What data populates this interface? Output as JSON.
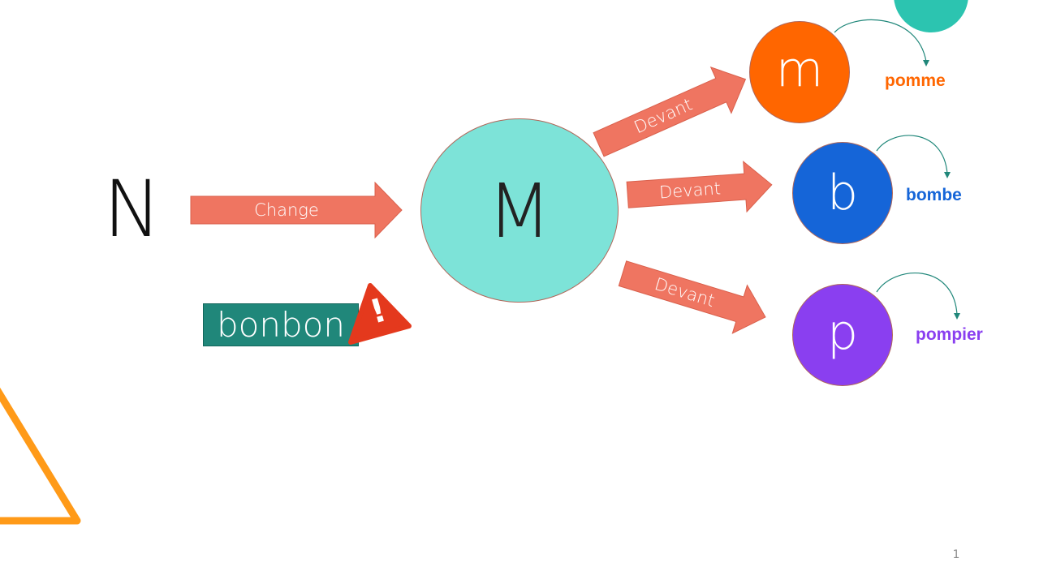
{
  "source_letter": "N",
  "center_letter": "M",
  "change_label": "Change",
  "before_label": "Devant",
  "warning_word": "bonbon",
  "warning_symbol": "!",
  "branches": [
    {
      "letter": "m",
      "word": "pomme",
      "color": "#ff6600"
    },
    {
      "letter": "b",
      "word": "bombe",
      "color": "#1565d8"
    },
    {
      "letter": "p",
      "word": "pompier",
      "color": "#8a3ff0"
    }
  ],
  "page_number": "1",
  "colors": {
    "center_circle": "#7de3d8",
    "arrow": "#ef7561",
    "warning_box": "#20877a",
    "warning_triangle": "#e4391d",
    "top_decoration": "#2cc4b0",
    "corner_triangle": "#ff9a18",
    "curve": "#20877a"
  }
}
